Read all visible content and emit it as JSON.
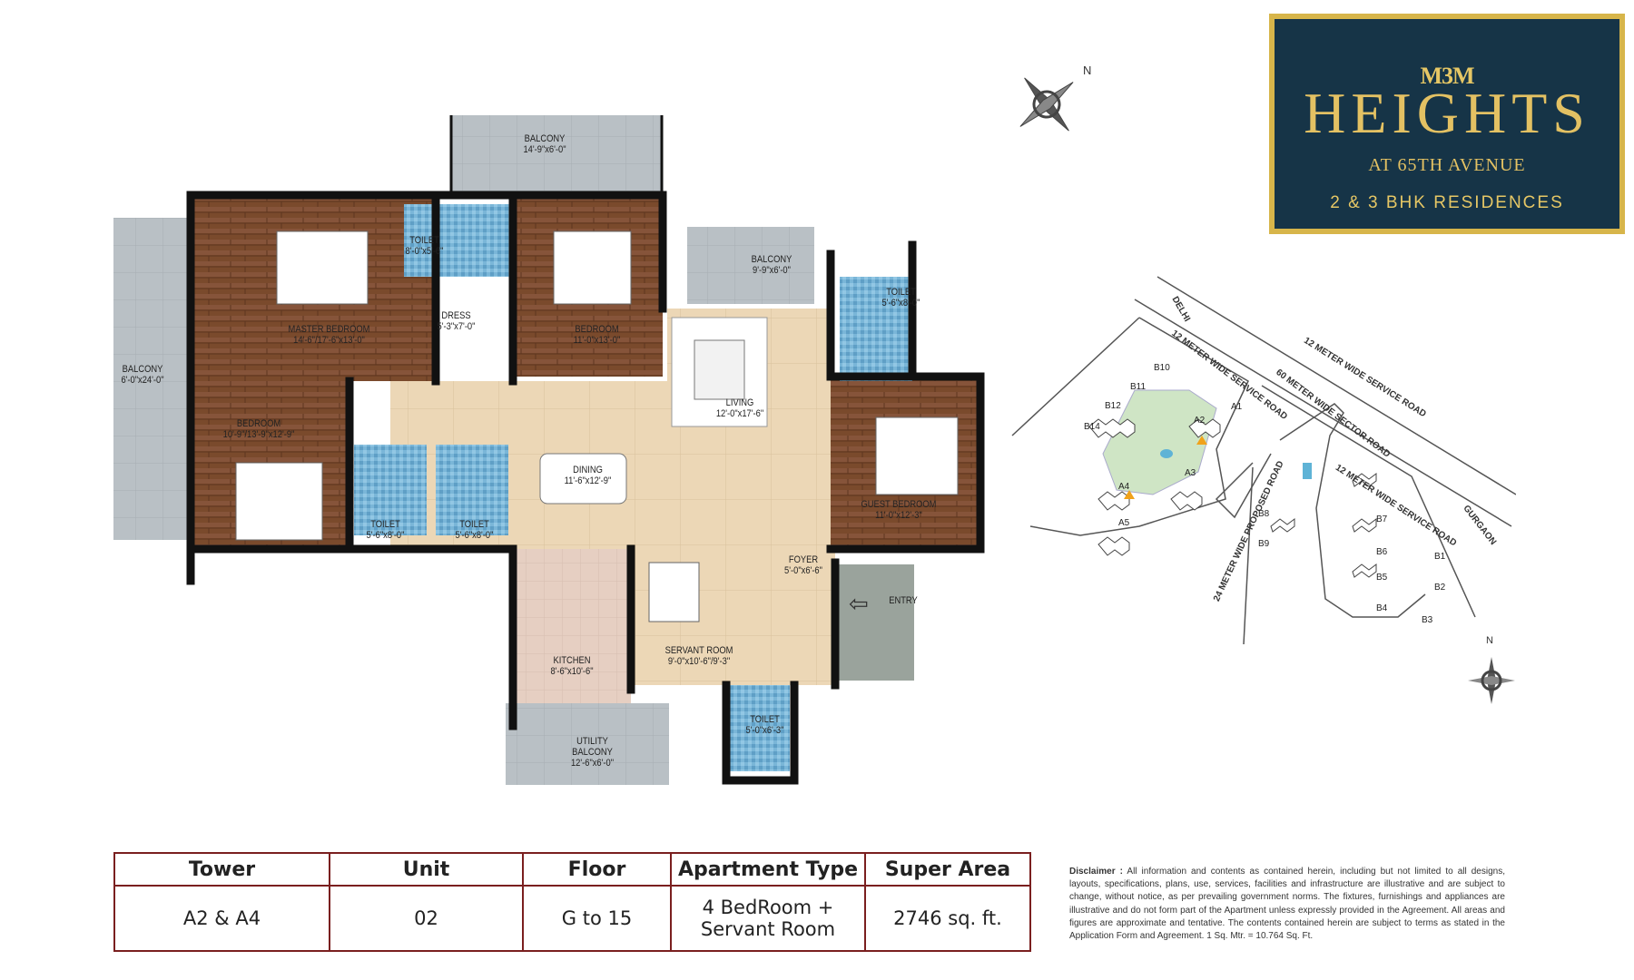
{
  "brand": {
    "logo": "M3M",
    "name": "HEIGHTS",
    "subtitle": "AT 65TH AVENUE",
    "residences": "2 & 3 BHK RESIDENCES"
  },
  "rooms": {
    "balcony_top": {
      "name": "BALCONY",
      "dims": "14'-9\"x6'-0\""
    },
    "balcony_mid": {
      "name": "BALCONY",
      "dims": "9'-9\"x6'-0\""
    },
    "balcony_left": {
      "name": "BALCONY",
      "dims": "6'-0\"x24'-0\""
    },
    "toilet_1": {
      "name": "TOILET",
      "dims": "8'-0\"x5'-6\""
    },
    "toilet_2": {
      "name": "TOILET",
      "dims": "5'-6\"x8'-0\""
    },
    "toilet_3": {
      "name": "TOILET",
      "dims": "5'-6\"x8'-0\""
    },
    "toilet_4": {
      "name": "TOILET",
      "dims": "5'-6\"x8'-0\""
    },
    "toilet_5": {
      "name": "TOILET",
      "dims": "5'-0\"x6'-3\""
    },
    "master_bedroom": {
      "name": "MASTER BEDROOM",
      "dims": "14'-6\"/17'-6\"x13'-0\""
    },
    "dress": {
      "name": "DRESS",
      "dims": "5'-3\"x7'-0\""
    },
    "bedroom_1": {
      "name": "BEDROOM",
      "dims": "11'-0\"x13'-0\""
    },
    "bedroom_2": {
      "name": "BEDROOM",
      "dims": "10'-9\"/13'-9\"x12'-9\""
    },
    "living": {
      "name": "LIVING",
      "dims": "12'-0\"x17'-6\""
    },
    "dining": {
      "name": "DINING",
      "dims": "11'-6\"x12'-9\""
    },
    "guest_bedroom": {
      "name": "GUEST BEDROOM",
      "dims": "11'-0\"x12'-3\""
    },
    "foyer": {
      "name": "FOYER",
      "dims": "5'-0\"x6'-6\""
    },
    "entry": {
      "name": "ENTRY"
    },
    "kitchen": {
      "name": "KITCHEN",
      "dims": "8'-6\"x10'-6\""
    },
    "servant_room": {
      "name": "SERVANT ROOM",
      "dims": "9'-0\"x10'-6\"/9'-3\""
    },
    "utility_balcony": {
      "name": "UTILITY BALCONY",
      "dims": "12'-6\"x6'-0\""
    }
  },
  "site_plan": {
    "roads": {
      "delhi": "DELHI",
      "gurgaon": "GURGAON",
      "sector_road": "60 METER WIDE SECTOR ROAD",
      "service_road_1": "12 METER WIDE SERVICE ROAD",
      "service_road_2": "12 METER WIDE SERVICE ROAD",
      "service_road_3": "12 METER WIDE SERVICE ROAD",
      "proposed_road": "24 METER WIDE PROPOSED ROAD"
    },
    "blocks": [
      "A1",
      "A2",
      "A3",
      "A4",
      "A5",
      "B1",
      "B2",
      "B3",
      "B4",
      "B5",
      "B6",
      "B7",
      "B8",
      "B9",
      "B10",
      "B11",
      "B12",
      "B14"
    ],
    "north": "N"
  },
  "compass_top": {
    "north": "N"
  },
  "table": {
    "headers": [
      "Tower",
      "Unit",
      "Floor",
      "Apartment Type",
      "Super Area"
    ],
    "row": {
      "tower": "A2 & A4",
      "unit": "02",
      "floor": "G to 15",
      "type_line1": "4 BedRoom +",
      "type_line2": "Servant Room",
      "area": "2746 sq. ft."
    }
  },
  "disclaimer": {
    "label": "Disclaimer :",
    "text": "All information and contents as contained herein, including but not limited to all designs, layouts, specifications, plans, use, services, facilities and infrastructure are illustrative and are subject to change, without notice, as per prevailing government norms. The fixtures, furnishings and appliances are illustrative and do not form part of the Apartment unless expressly provided in the Agreement. All areas and figures are approximate and tentative. The contents contained herein are subject to terms as stated in the Application Form and Agreement. 1 Sq. Mtr. = 10.764 Sq. Ft."
  }
}
